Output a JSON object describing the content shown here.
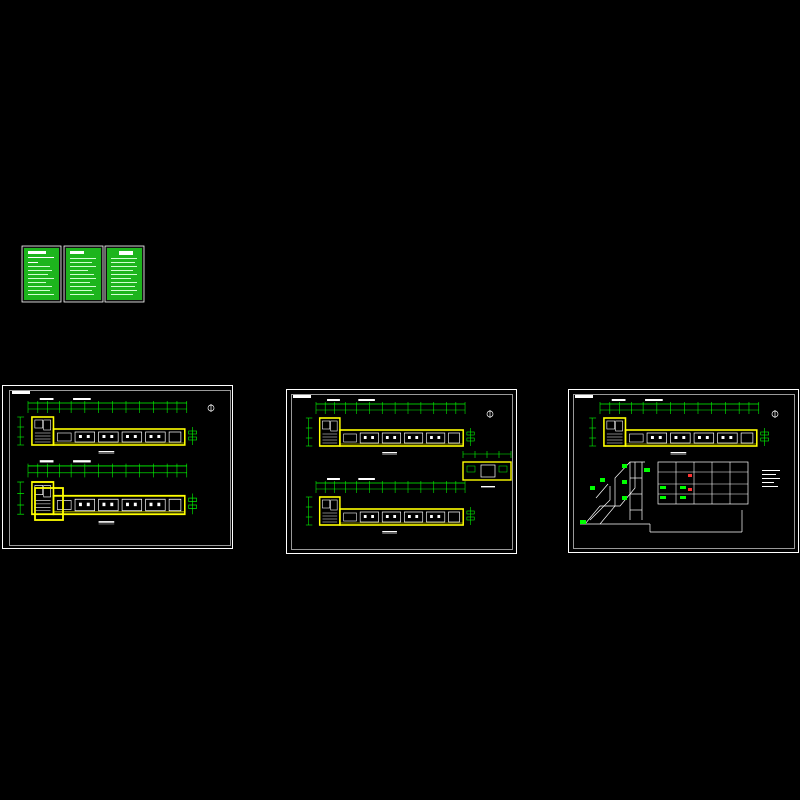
{
  "canvas": {
    "background": "#000000"
  },
  "colors": {
    "frame": "#ffffff",
    "wall": "#ffff00",
    "dim": "#00ff00",
    "sheet_fill": "#1db51d",
    "furniture": "#ffffff",
    "accent": "#ff3030"
  },
  "cover_sheets": [
    {
      "id": "sheet-1"
    },
    {
      "id": "sheet-2"
    },
    {
      "id": "sheet-3"
    }
  ],
  "drawing_sheets": [
    {
      "id": "drawing-sheet-1",
      "content": "two-floor-plans"
    },
    {
      "id": "drawing-sheet-2",
      "content": "two-floor-plans-with-detail"
    },
    {
      "id": "drawing-sheet-3",
      "content": "plan-with-system-diagram"
    }
  ]
}
